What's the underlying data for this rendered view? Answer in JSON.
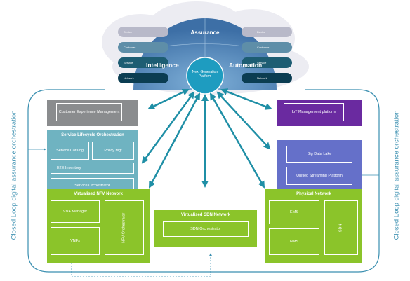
{
  "top": {
    "semicircle_title": "Assurance",
    "intelligence": "Intelligence",
    "automation": "Automation",
    "center": "Next Generation Platform",
    "left_layers": [
      "Device",
      "Customer",
      "Service",
      "Network"
    ],
    "right_layers": [
      "Device",
      "Customer",
      "Service",
      "Network"
    ]
  },
  "boxes": {
    "customer_experience": "Customer Experience Management",
    "service_lifecycle": {
      "title": "Service Lifecycle Orchestration",
      "catalog": "Service Catalog",
      "policy": "Policy Mgt",
      "inventory": "E2E Inventory",
      "orchestrator": "Service Orchestrator"
    },
    "iot": "IoT Management platform",
    "bigdata": {
      "lake": "Big Data Lake",
      "streaming": "Unified Streaming Platform"
    },
    "nfv": {
      "title": "Virtualised NFV Network",
      "vnf_manager": "VNF Manager",
      "vnfs": "VNFs",
      "orchestrator": "NFV Orchestrator"
    },
    "sdn": {
      "title": "Virtualised SDN Network",
      "controller": "SDN Orchestrator"
    },
    "physical": {
      "title": "Physical Network",
      "ems": "EMS",
      "nms": "NMS",
      "sdn": "SDN"
    }
  },
  "side_labels": {
    "left": "Closed Loop digital assurance orchestration",
    "right": "Closed Loop digital assurance orchestration"
  },
  "colors": {
    "accent_teal": "#1f8fa6",
    "loop_blue": "#3a8fb0",
    "purple": "#6a2aa0",
    "green": "#8bc42a",
    "gray": "#8a8c8e"
  }
}
